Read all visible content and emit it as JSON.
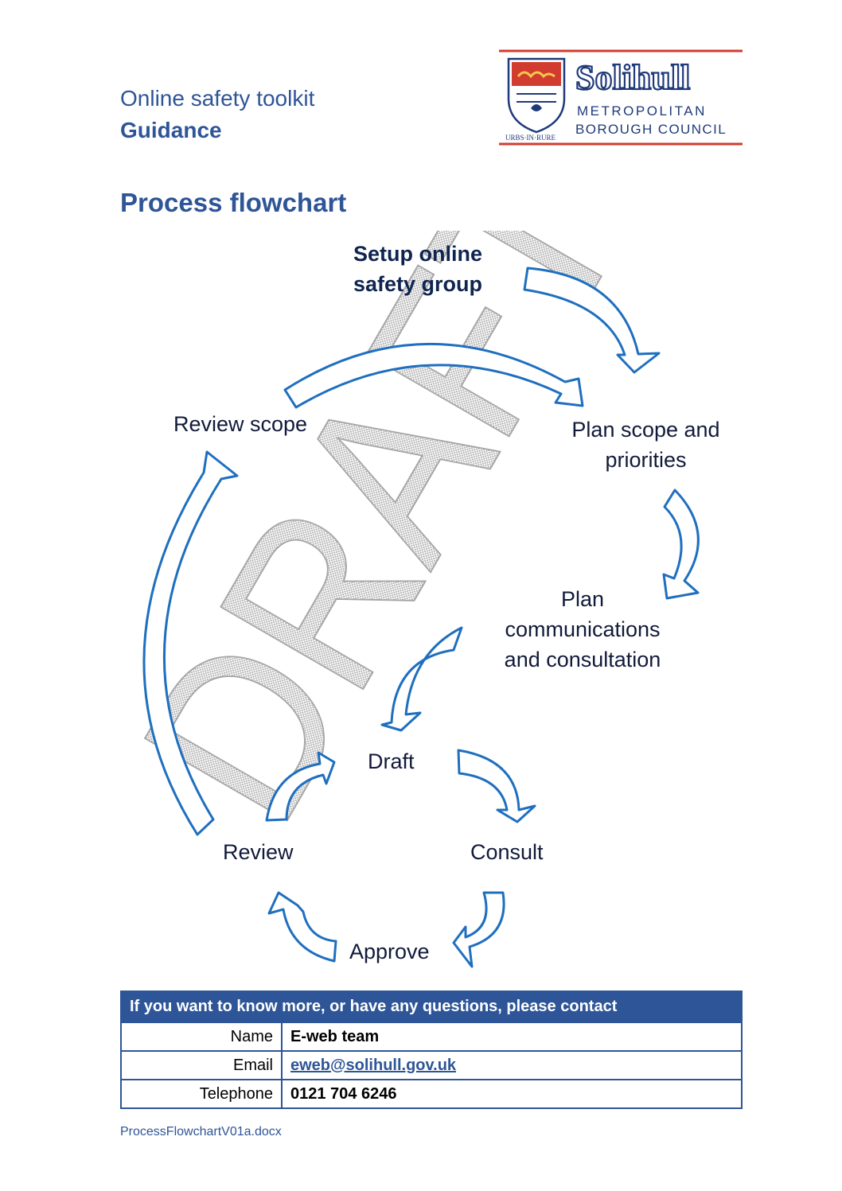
{
  "header": {
    "title": "Online safety toolkit",
    "subtitle": "Guidance",
    "logo": {
      "name": "Solihull",
      "line1": "METROPOLITAN",
      "line2": "BOROUGH COUNCIL",
      "motto": "URBS·IN·RURE"
    }
  },
  "page_heading": "Process flowchart",
  "watermark": "DRAFT",
  "flowchart": {
    "start": [
      "Setup online",
      "safety group"
    ],
    "plan_scope": [
      "Plan scope and",
      "priorities"
    ],
    "plan_comms": [
      "Plan",
      "communications",
      "and consultation"
    ],
    "draft": "Draft",
    "consult": "Consult",
    "approve": "Approve",
    "review": "Review",
    "review_scope": "Review scope"
  },
  "contact": {
    "heading": "If you want to know more, or have any questions, please contact",
    "rows": [
      {
        "label": "Name",
        "value": "E-web team"
      },
      {
        "label": "Email",
        "value": "eweb@solihull.gov.uk"
      },
      {
        "label": "Telephone",
        "value": "0121 704 6246"
      }
    ]
  },
  "footer": "ProcessFlowchartV01a.docx",
  "colors": {
    "brand_blue": "#2e5597",
    "arrow_blue": "#1f6fbf",
    "logo_red": "#d23b2f"
  }
}
